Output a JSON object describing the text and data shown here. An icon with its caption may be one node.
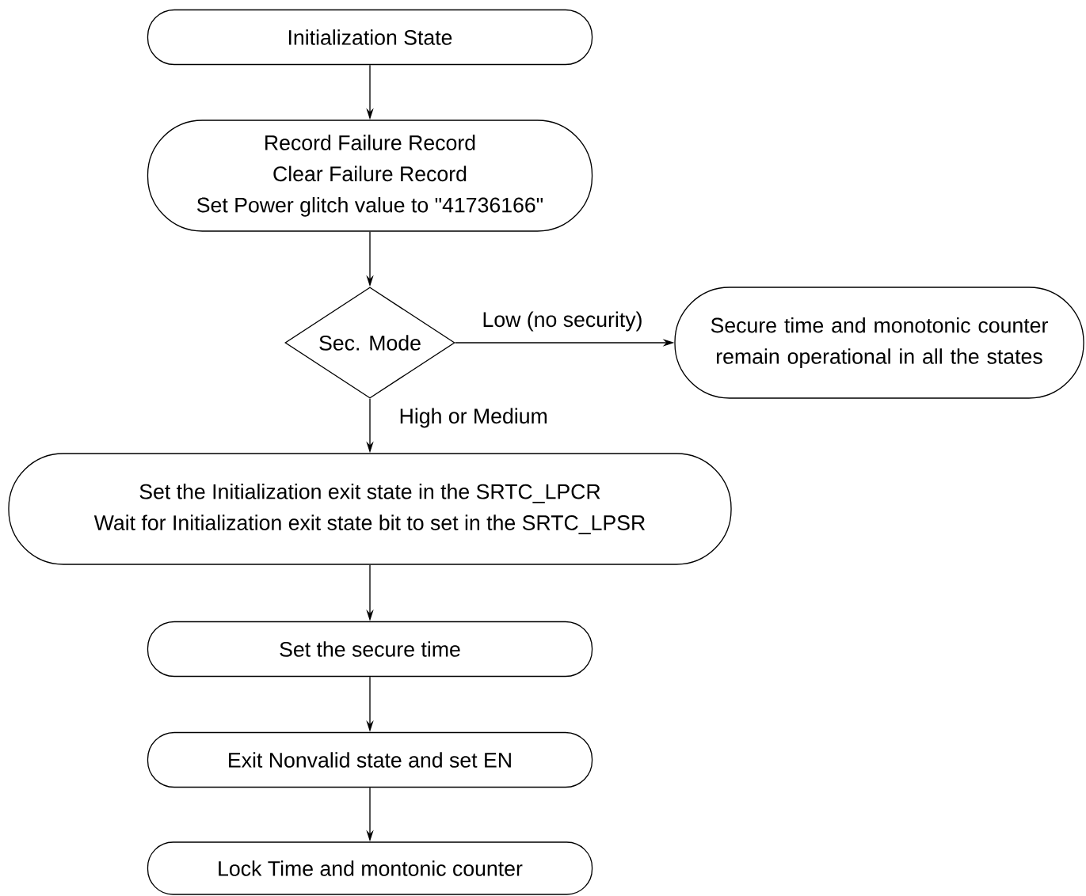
{
  "diagram": {
    "nodes": [
      {
        "text": [
          "Initialization State"
        ]
      },
      {
        "text": [
          "Record Failure Record",
          "Clear Failure Record",
          "Set Power glitch value to \"41736166\""
        ]
      },
      {
        "text": [
          "Sec. Mode"
        ]
      },
      {
        "text": [
          "Secure time and monotonic counter remain operational in all the states"
        ]
      },
      {
        "text": [
          "Set the Initialization exit state in the SRTC_LPCR",
          "Wait for Initialization exit state bit to set in the SRTC_LPSR"
        ]
      },
      {
        "text": [
          "Set the secure time"
        ]
      },
      {
        "text": [
          "Exit Nonvalid state and set EN"
        ]
      },
      {
        "text": [
          "Lock Time and montonic counter"
        ]
      }
    ],
    "edges": [
      {
        "from": 0,
        "to": 1,
        "arrow": "to"
      },
      {
        "from": 1,
        "to": 2,
        "arrow": "to"
      },
      {
        "from": 2,
        "to": 3,
        "arrow": "to",
        "label": "Low (no security)"
      },
      {
        "from": 2,
        "to": 4,
        "arrow": "to",
        "label": "High or Medium"
      },
      {
        "from": 4,
        "to": 5,
        "arrow": "to"
      },
      {
        "from": 5,
        "to": 6,
        "arrow": "to"
      },
      {
        "from": 6,
        "to": 7,
        "arrow": "to"
      }
    ]
  }
}
